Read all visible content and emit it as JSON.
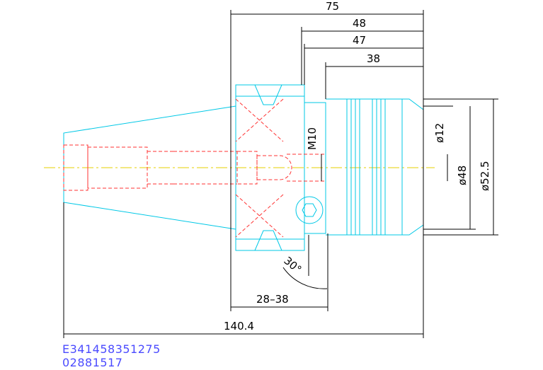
{
  "dimensions": {
    "d75": "75",
    "d48": "48",
    "d47": "47",
    "d38": "38",
    "thread": "M10",
    "dia12": "ø12",
    "dia48": "ø48",
    "dia52": "ø52.5",
    "angle": "30°",
    "range": "28–38",
    "total": "140.4"
  },
  "codes": {
    "line1": "E341458351275",
    "line2": "02881517"
  },
  "colors": {
    "outline": "#00c8e6",
    "hidden": "#ff3333",
    "centerline": "#e6d200",
    "dimension": "#000000",
    "code_text": "#4b4bff"
  }
}
